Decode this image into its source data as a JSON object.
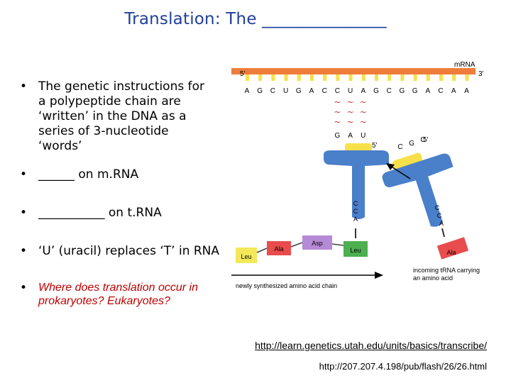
{
  "title": "Translation: The _______________",
  "bullets": [
    {
      "marker": "•",
      "text": "The genetic instructions for\na polypeptide chain are\n‘written’ in the DNA as a\nseries of  3-nucleotide\n‘words’"
    },
    {
      "marker": "•",
      "text": "______ on m.RNA"
    },
    {
      "marker": "•",
      "text": "___________ on t.RNA"
    },
    {
      "marker": "•",
      "text": "‘U’ (uracil) replaces ‘T’ in RNA"
    },
    {
      "marker": "•",
      "text": "Where does translation occur in\nprokaryotes? Eukaryotes?"
    }
  ],
  "diagram": {
    "mrna_label": "mRNA",
    "five_prime": "5'",
    "three_prime": "3'",
    "codon_sequence": [
      "A",
      "G",
      "C",
      "U",
      "G",
      "A",
      "C",
      "C",
      "U",
      "A",
      "G",
      "C",
      "G",
      "G",
      "A",
      "C",
      "A",
      "A"
    ],
    "bond_symbol": "~",
    "anticodon_bound": [
      "G",
      "A",
      "U"
    ],
    "trna_five_prime": "5'",
    "acceptor_letters": [
      "C",
      "C",
      "A"
    ],
    "incoming_anticodon": [
      "C",
      "G",
      "C"
    ],
    "incoming_five_prime": "5'",
    "incoming_acceptor": [
      "C",
      "C",
      "A"
    ],
    "amino_acids": [
      "Leu",
      "Ala",
      "Asp",
      "Leu"
    ],
    "incoming_amino_acid": "Ala",
    "chain_label": "newly synthesized amino acid chain",
    "incoming_label": "incoming tRNA carrying\nan amino acid",
    "colors": {
      "mrna": "#ee7d3b",
      "trna": "#4a7fc9",
      "nucleotide": "#f7e04a",
      "leu": "#f4e85a",
      "ala": "#e84c4c",
      "asp": "#b58ad6",
      "leu2": "#4caf50"
    }
  },
  "links": {
    "url1": "http://learn.genetics.utah.edu/units/basics/transcribe/",
    "url2": "http://207.207.4.198/pub/flash/26/26.html"
  }
}
